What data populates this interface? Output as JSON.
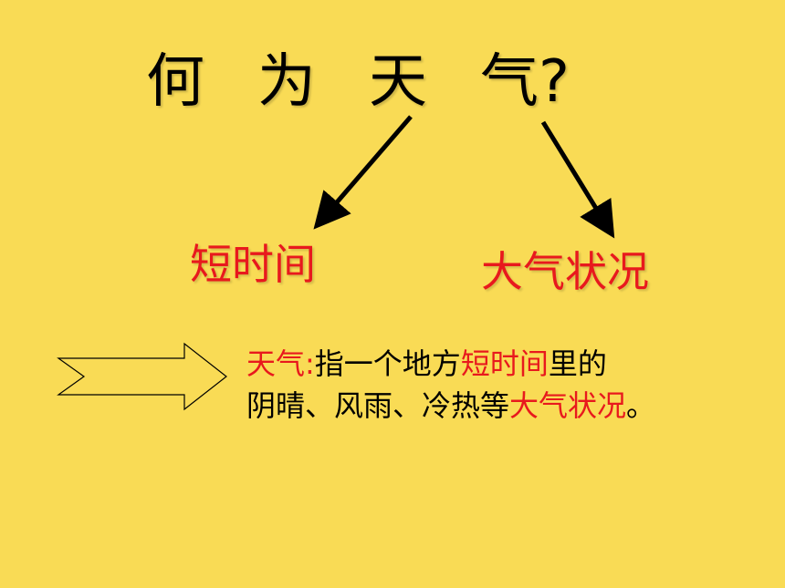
{
  "title": {
    "chars": [
      "何",
      "为",
      "天",
      "气?"
    ]
  },
  "branches": {
    "left_label": "短时间",
    "right_label": "大气状况"
  },
  "definition": {
    "term": "天气:",
    "line1_part1": "指一个地方",
    "line1_highlight": "短时间",
    "line1_part2": "里的",
    "line2_part1": "阴晴、风雨、冷热等",
    "line2_highlight": "大气状况",
    "line2_part2": "。"
  },
  "colors": {
    "background": "#F9DB55",
    "highlight": "#E8191D",
    "text": "#000000"
  },
  "icons": {
    "pointer": "right-chevron-arrow-icon",
    "branch_left": "arrow-down-left-icon",
    "branch_right": "arrow-down-right-icon"
  }
}
